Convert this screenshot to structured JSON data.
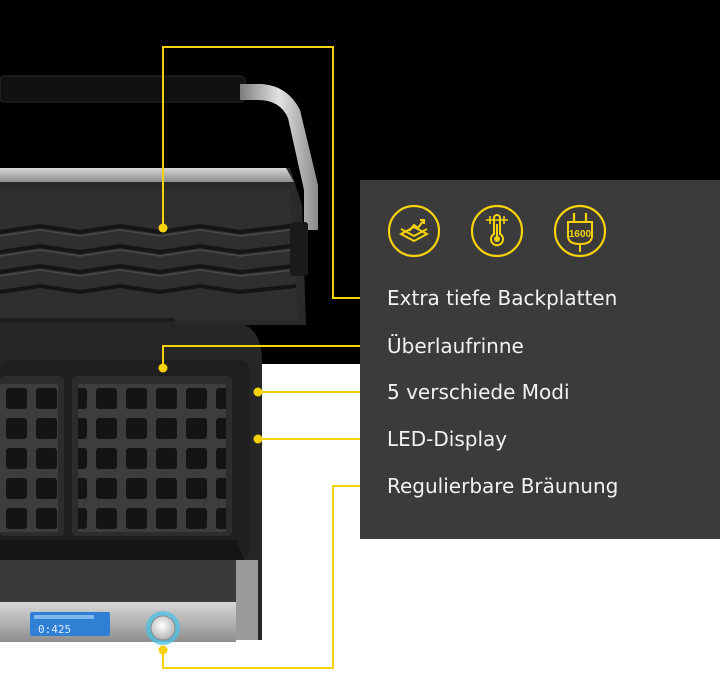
{
  "image": {
    "background_color": "#000000",
    "lower_background_color": "#ffffff",
    "panel_color": "#3b3b3b",
    "accent_color": "#f5d20b"
  },
  "icons": [
    {
      "name": "deep-plate-icon"
    },
    {
      "name": "temperature-icon"
    },
    {
      "name": "power-plug-icon",
      "text": "1600"
    }
  ],
  "features": [
    {
      "label": "Extra tiefe Backplatten"
    },
    {
      "label": "Überlaufrinne"
    },
    {
      "label": "5 verschiede Modi"
    },
    {
      "label": "LED-Display"
    },
    {
      "label": "Regulierbare Bräunung"
    }
  ],
  "display": {
    "reading": "0:425"
  }
}
